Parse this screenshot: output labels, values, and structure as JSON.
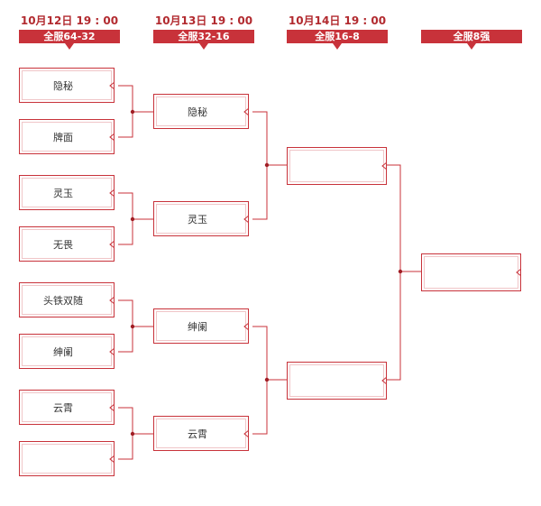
{
  "rounds": [
    {
      "date": "10月12日  19 : 00",
      "label": "全服64-32"
    },
    {
      "date": "10月13日  19 : 00",
      "label": "全服32-16"
    },
    {
      "date": "10月14日  19 : 00",
      "label": "全服16-8"
    },
    {
      "date": "",
      "label": "全服8强"
    }
  ],
  "round1": [
    "隐秘",
    "牌面",
    "灵玉",
    "无畏",
    "头铁双随",
    "绅阑",
    "云霄",
    ""
  ],
  "round2": [
    "隐秘",
    "灵玉",
    "绅阑",
    "云霄"
  ],
  "round3": [
    "",
    ""
  ],
  "round4": [
    ""
  ],
  "colors": {
    "accent": "#c8323a",
    "text": "#333333"
  }
}
